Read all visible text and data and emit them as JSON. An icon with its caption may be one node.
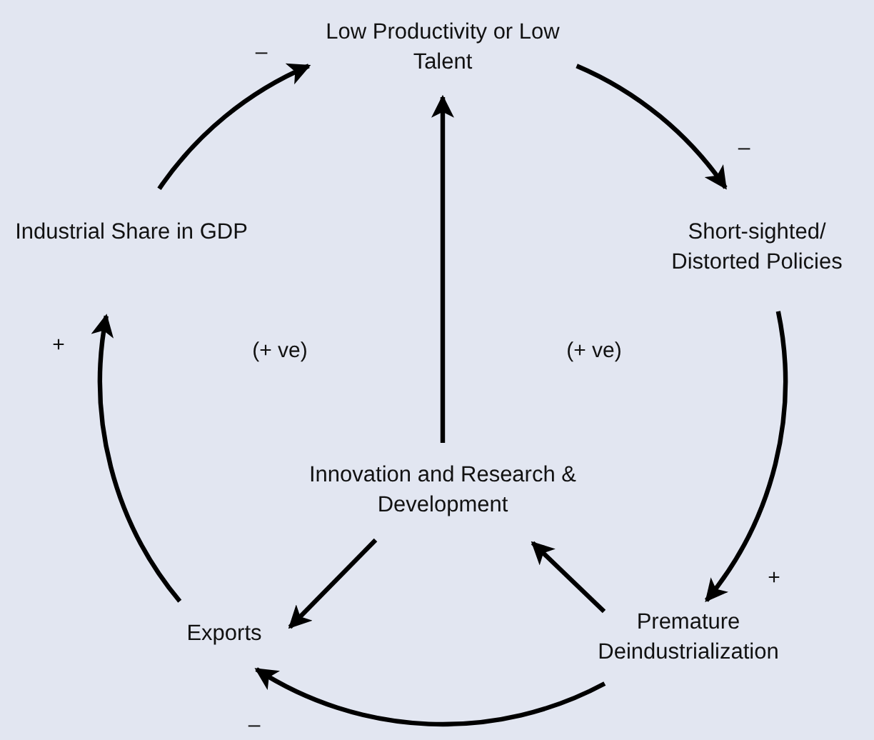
{
  "diagram": {
    "nodes": [
      {
        "text": [
          "Low Productivity or Low Talent"
        ]
      },
      {
        "text": [
          "Industrial Share in GDP"
        ]
      },
      {
        "text": [
          "Short-sighted/ Distorted Policies"
        ]
      },
      {
        "text": [
          "Innovation and Research & Development"
        ]
      },
      {
        "text": [
          "Exports"
        ]
      },
      {
        "text": [
          "Premature Deindustrialization"
        ]
      }
    ],
    "edges": [
      {
        "from": 1,
        "to": 0,
        "arrow": "to",
        "label": "–"
      },
      {
        "from": 0,
        "to": 2,
        "arrow": "to",
        "label": "–"
      },
      {
        "from": 2,
        "to": 5,
        "arrow": "to",
        "label": "+"
      },
      {
        "from": 5,
        "to": 4,
        "arrow": "to",
        "label": "–"
      },
      {
        "from": 4,
        "to": 1,
        "arrow": "to",
        "label": "+"
      },
      {
        "from": 3,
        "to": 0,
        "arrow": "to"
      },
      {
        "from": 3,
        "to": 4,
        "arrow": "to"
      },
      {
        "from": 5,
        "to": 3,
        "arrow": "to"
      }
    ],
    "labels": [
      "(+ ve)",
      "(+ ve)"
    ]
  }
}
